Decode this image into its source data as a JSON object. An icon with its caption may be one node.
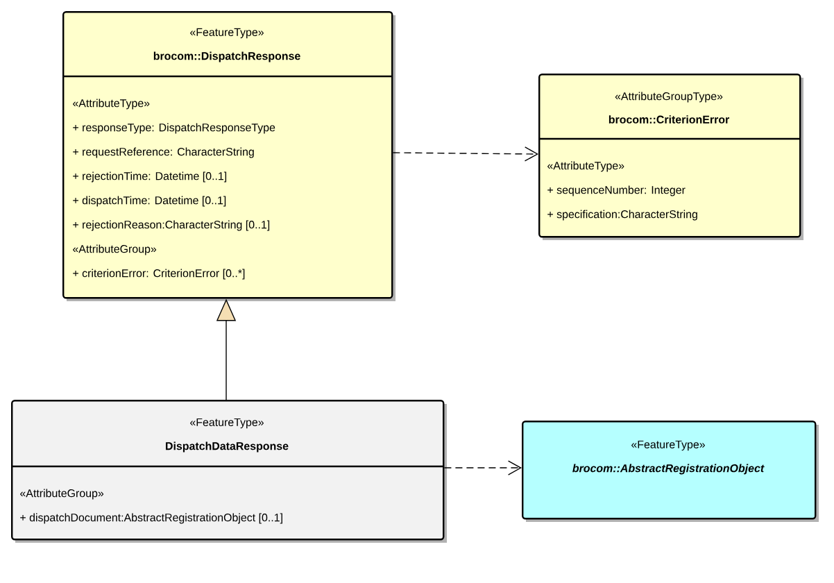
{
  "diagram": {
    "nodes": [
      {
        "text": [
          "«FeatureType»",
          "brocom::DispatchResponse",
          "«AttributeType»",
          "+ responseType: DispatchResponseType",
          "+ requestReference: CharacterString",
          "+ rejectionTime: Datetime [0..1]",
          "+ dispatchTime: Datetime [0..1]",
          "+ rejectionReason:CharacterString [0..1]",
          "«AttributeGroup»",
          "+ criterionError: CriterionError [0..*]"
        ]
      },
      {
        "text": [
          "«AttributeGroupType»",
          "brocom::CriterionError",
          "«AttributeType»",
          "+ sequenceNumber: Integer",
          "+ specification:CharacterString"
        ]
      },
      {
        "text": [
          "«FeatureType»",
          "DispatchDataResponse",
          "«AttributeGroup»",
          "+ dispatchDocument:AbstractRegistrationObject [0..1]"
        ]
      },
      {
        "text": [
          "«FeatureType»",
          "brocom::AbstractRegistrationObject"
        ]
      }
    ],
    "edges": [
      {
        "from": 0,
        "to": 1,
        "arrow": "to",
        "style": "dashed"
      },
      {
        "from": 2,
        "to": 0,
        "arrow": "to"
      },
      {
        "from": 2,
        "to": 3,
        "arrow": "to",
        "style": "dashed"
      }
    ]
  }
}
